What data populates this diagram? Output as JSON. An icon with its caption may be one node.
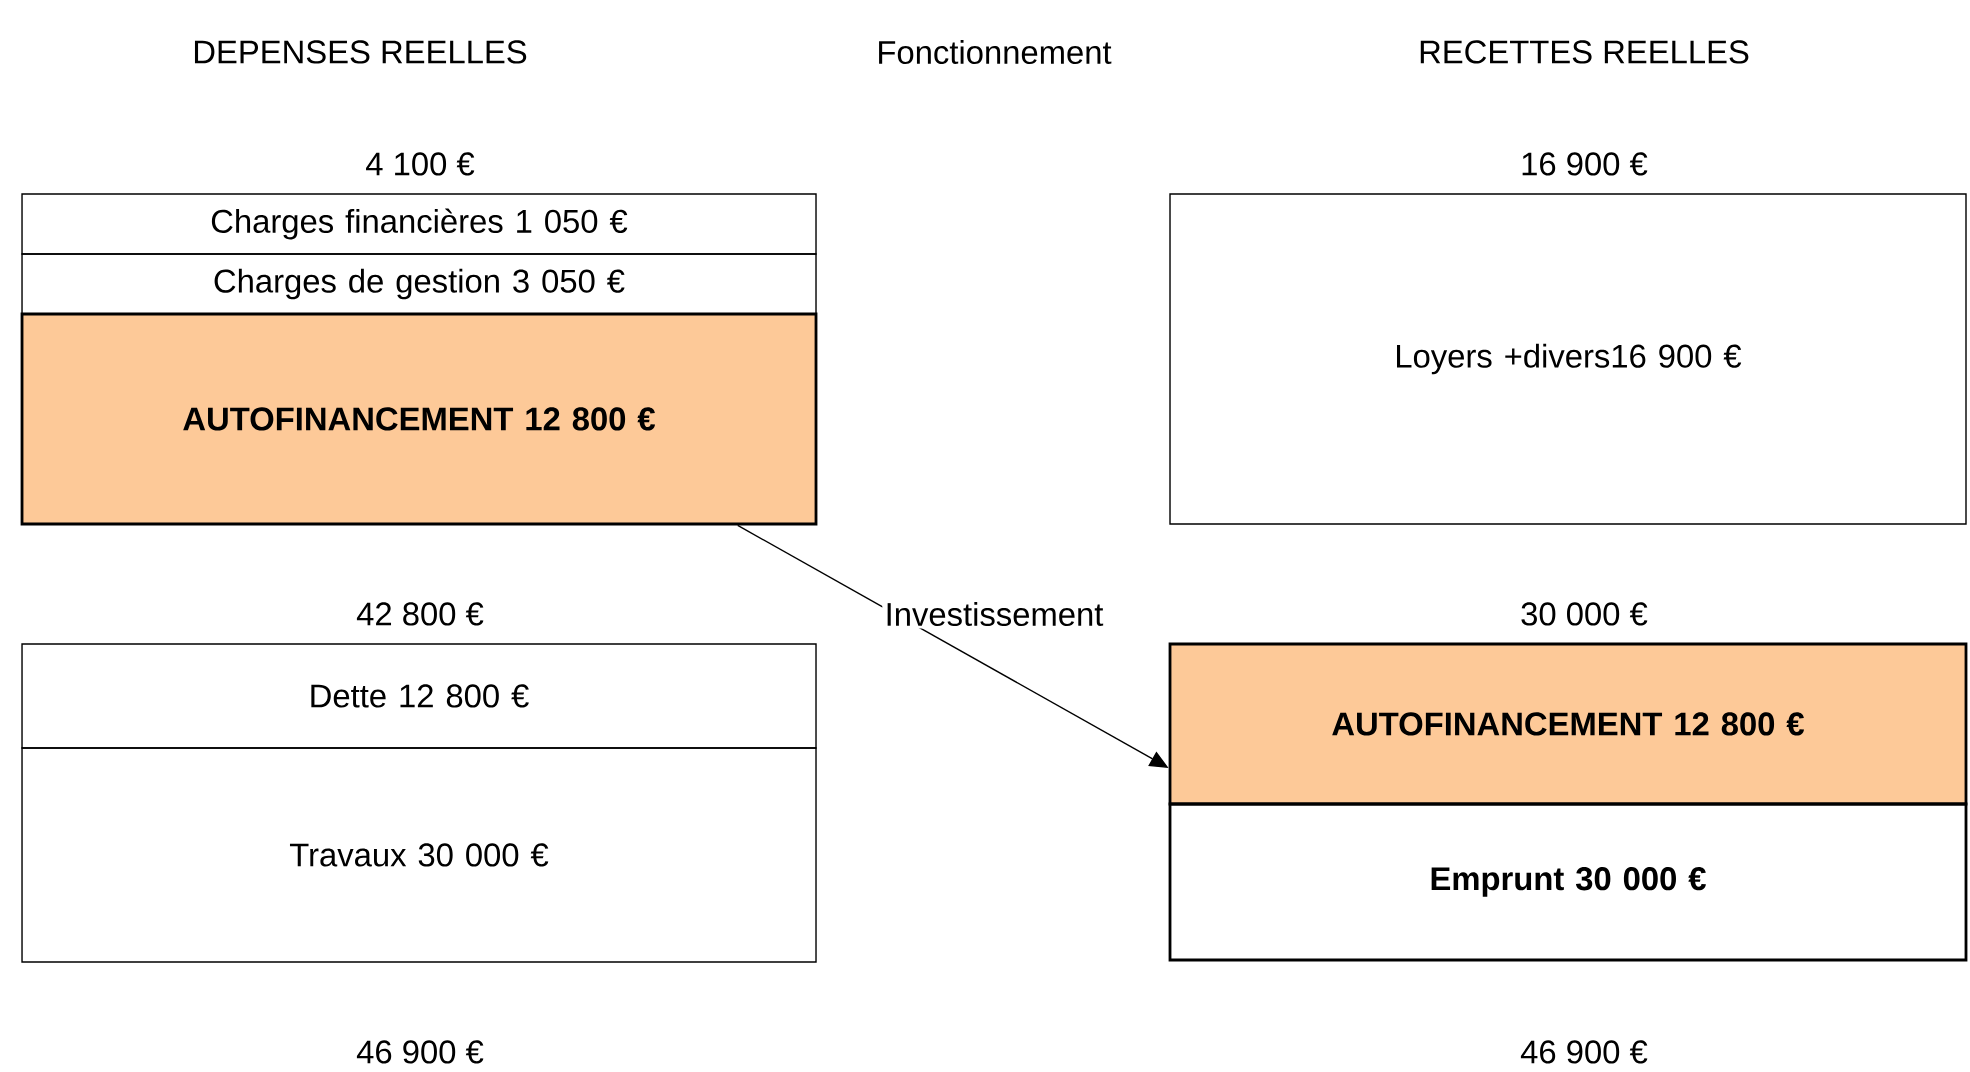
{
  "diagram": {
    "nodes": [
      {
        "text": [
          "Charges financières 1 050 €"
        ]
      },
      {
        "text": [
          "Charges de gestion 3 050 €"
        ]
      },
      {
        "text": [
          "AUTOFINANCEMENT 12 800 €"
        ]
      },
      {
        "text": [
          "Loyers +divers16 900 €"
        ]
      },
      {
        "text": [
          "Dette 12 800 €"
        ]
      },
      {
        "text": [
          "Travaux 30 000 €"
        ]
      },
      {
        "text": [
          "AUTOFINANCEMENT 12 800 €"
        ]
      },
      {
        "text": [
          "Emprunt 30 000 €"
        ]
      }
    ],
    "edges": [
      {
        "from": 2,
        "to": 6,
        "arrow": "to"
      }
    ],
    "labels": [
      "DEPENSES REELLES",
      "Fonctionnement",
      "RECETTES REELLES",
      "4 100 €",
      "16 900 €",
      "42 800 €",
      "Investissement",
      "30 000 €",
      "46 900 €",
      "46 900 €"
    ]
  }
}
